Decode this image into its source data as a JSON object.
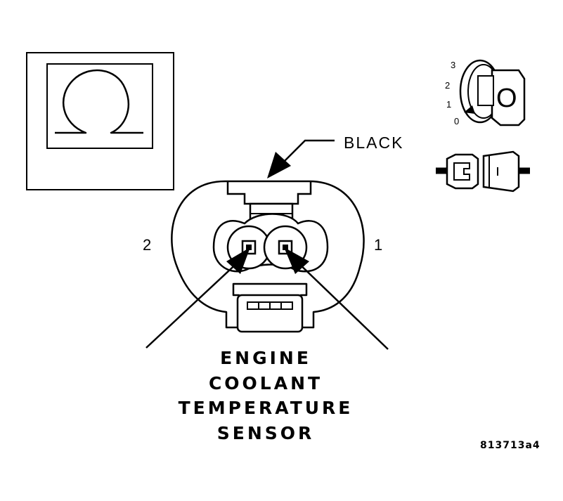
{
  "meter": {
    "symbol": "Ω"
  },
  "ignition": {
    "positions": [
      "3",
      "2",
      "1",
      "0"
    ],
    "key_glyph": "O"
  },
  "connector": {
    "color_label": "BLACK",
    "pin_left": "2",
    "pin_right": "1"
  },
  "title": {
    "lines": [
      "ENGINE",
      "COOLANT",
      "TEMPERATURE",
      "SENSOR"
    ]
  },
  "figure_id": "813713a4"
}
